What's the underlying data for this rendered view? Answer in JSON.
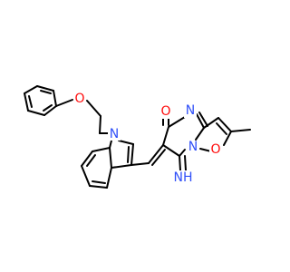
{
  "colors": {
    "bond": "#000000",
    "nitrogen": "#3050f8",
    "oxygen": "#ff0d0d",
    "background": "#ffffff"
  },
  "atom_labels": {
    "n_indole": "N",
    "o_ether": "O",
    "o_carbonyl": "O",
    "n_ring": "N",
    "o_isoxazole": "O",
    "n_isoxazole": "N",
    "imine": "NH"
  }
}
